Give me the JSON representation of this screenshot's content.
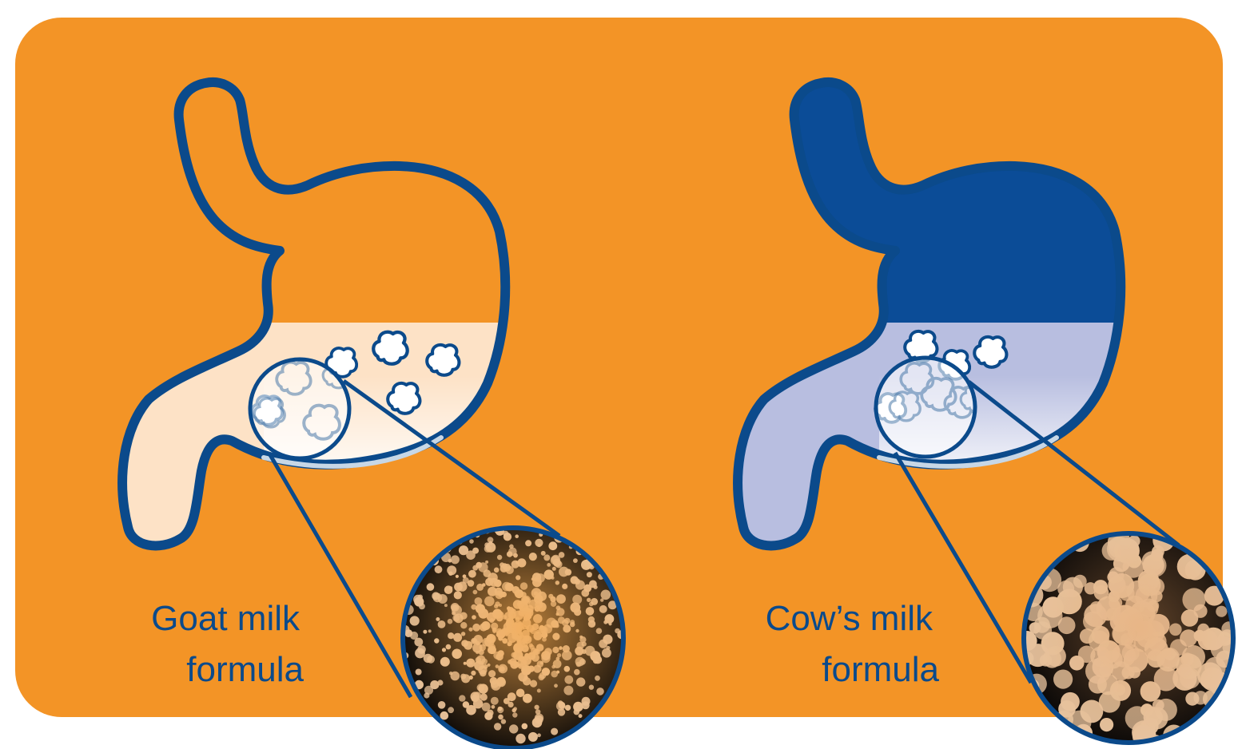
{
  "colors": {
    "frame": "#F39426",
    "outline": "#0B4A8B",
    "goat_fill": "#F39426",
    "goat_contents": "#FDE2C6",
    "cow_fill": "#0B4C97",
    "cow_contents": "#B8BEE0",
    "curd_outline": "#0B4A8B",
    "caption_text": "#0B4A8B",
    "micrograph_background": "#070606",
    "micrograph_curd": "#E7C4A0"
  },
  "panels": [
    {
      "id": "goat",
      "caption_line_1": "Goat milk",
      "caption_line_2": "formula",
      "stomach_icon": "stomach-icon",
      "magnifier_icon": "magnifying-lens-icon",
      "micrograph": "small-loose-curds-micrograph"
    },
    {
      "id": "cow",
      "caption_line_1": "Cow’s milk",
      "caption_line_2": "formula",
      "stomach_icon": "stomach-icon",
      "magnifier_icon": "magnifying-lens-icon",
      "micrograph": "large-dense-curds-micrograph"
    }
  ]
}
